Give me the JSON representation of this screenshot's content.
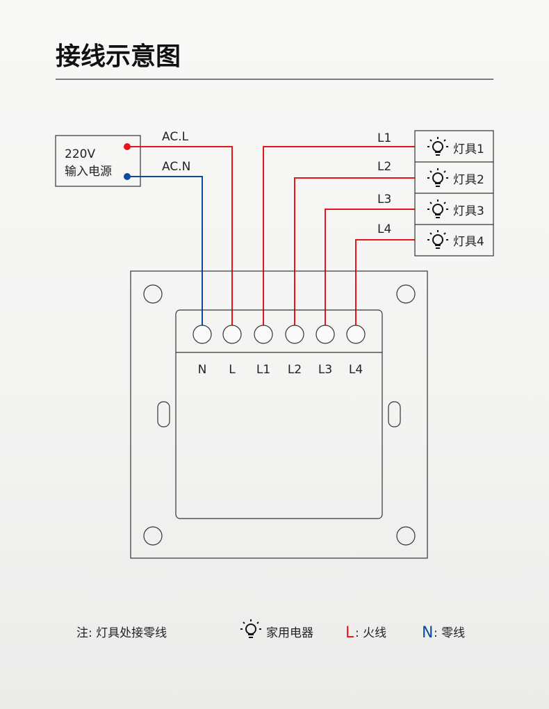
{
  "title": "接线示意图",
  "power": {
    "voltage": "220V",
    "label": "输入电源",
    "live_label": "AC.L",
    "neutral_label": "AC.N"
  },
  "lamps": [
    {
      "wire": "L1",
      "label": "灯具1"
    },
    {
      "wire": "L2",
      "label": "灯具2"
    },
    {
      "wire": "L3",
      "label": "灯具3"
    },
    {
      "wire": "L4",
      "label": "灯具4"
    }
  ],
  "terminals": [
    "N",
    "L",
    "L1",
    "L2",
    "L3",
    "L4"
  ],
  "legend": {
    "note": "注: 灯具处接零线",
    "appliance": "家用电器",
    "live_letter": "L",
    "live_text": ": 火线",
    "neutral_letter": "N",
    "neutral_text": ": 零线"
  },
  "colors": {
    "live": "#e8141b",
    "neutral": "#0b4a9c"
  }
}
